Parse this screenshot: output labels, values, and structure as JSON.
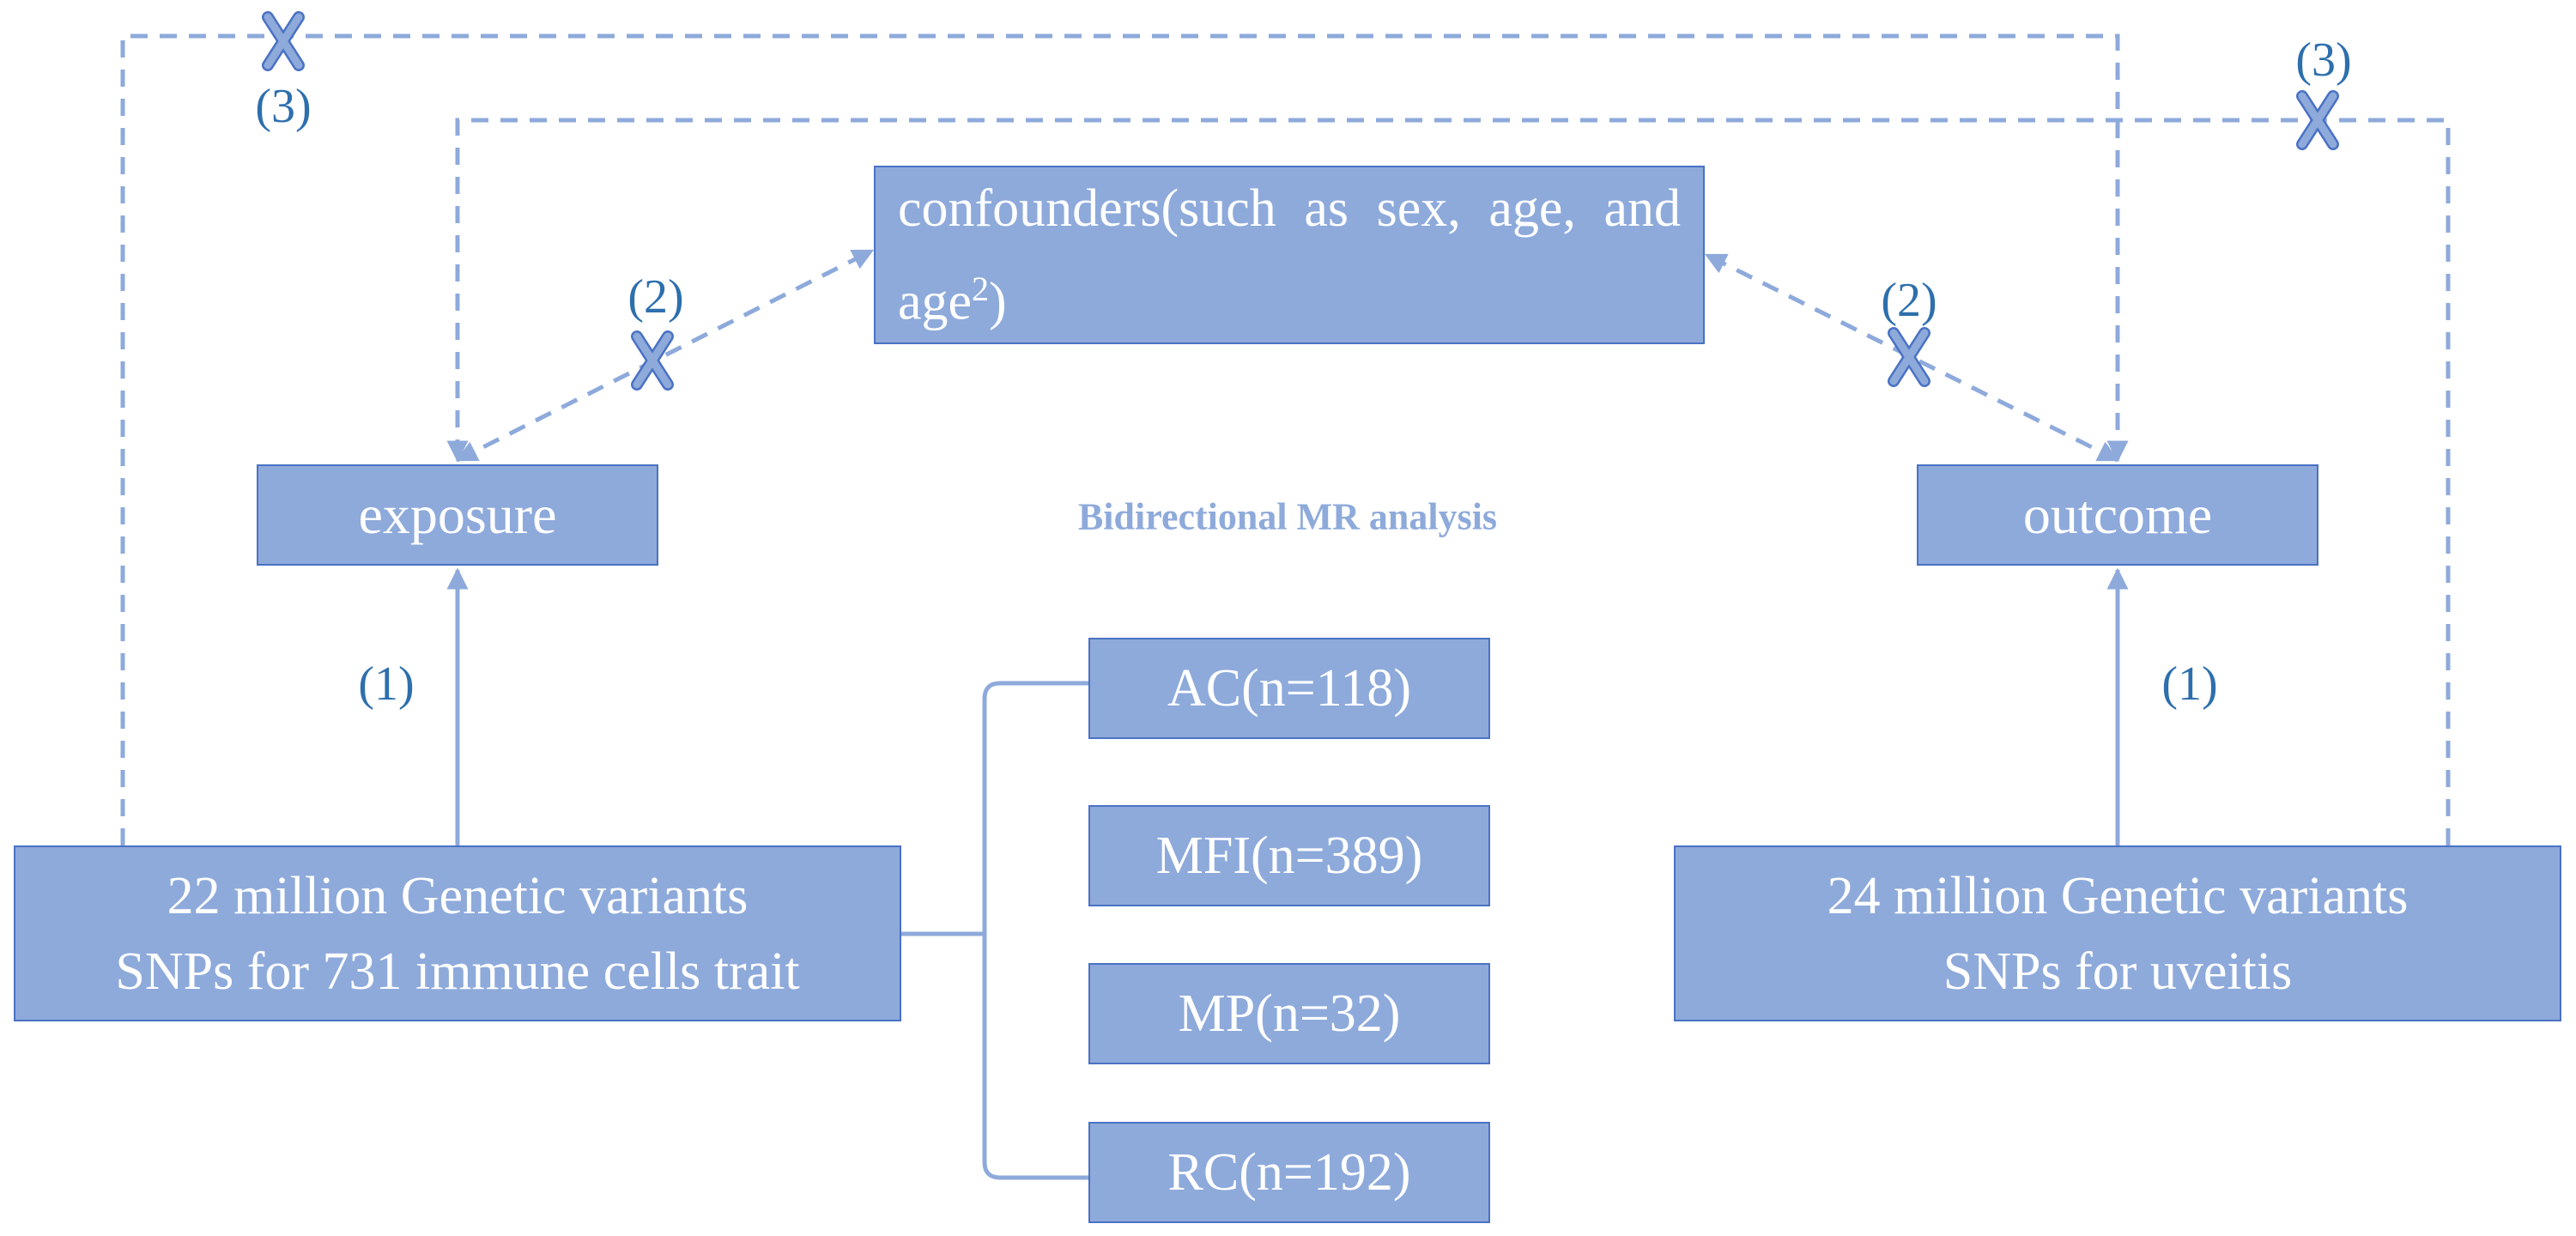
{
  "diagram": {
    "confounders": {
      "text": "confounders(such as sex, age, and age",
      "superscript": "2",
      "suffix": ")"
    },
    "exposure": "exposure",
    "outcome": "outcome",
    "center_title": "Bidirectional MR analysis",
    "left_source": {
      "line1": "22 million Genetic variants",
      "line2": "SNPs for 731 immune cells trait"
    },
    "right_source": {
      "line1": "24 million Genetic variants",
      "line2": "SNPs for uveitis"
    },
    "categories": [
      {
        "label": "AC(n=118)"
      },
      {
        "label": "MFI(n=389)"
      },
      {
        "label": "MP(n=32)"
      },
      {
        "label": "RC(n=192)"
      }
    ],
    "path_labels": {
      "assumption_1": "(1)",
      "assumption_2": "(2)",
      "assumption_3": "(3)"
    },
    "colors": {
      "box_fill": "#8eaadb",
      "box_border": "#4a72c4",
      "line": "#8eaadb",
      "label_text": "#2e6fad",
      "cross_mark": "#8eaadb"
    }
  }
}
